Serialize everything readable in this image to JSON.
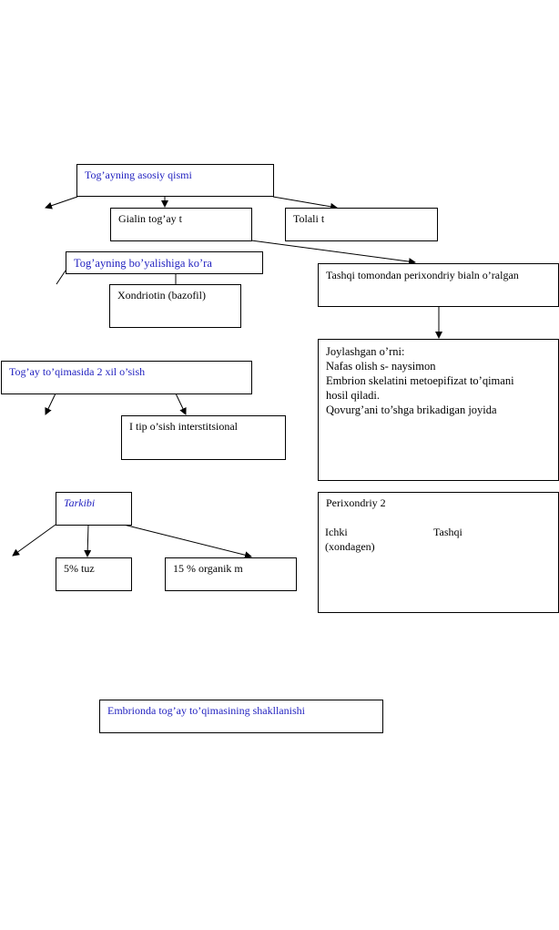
{
  "boxes": {
    "main_part": "Tog’ayning asosiy qismi",
    "hyaline": "Gialin tog’ay t",
    "fibrous": "Tolali t",
    "by_growth": "Tog’ayning bo’yalishiga ko’ra",
    "chondroitin": "Xondriotin (bazofil)",
    "perichondrium_outer": "Tashqi tomondan perixondriy bialn o’ralgan",
    "location": {
      "lines": [
        "Joylashgan o’rni:",
        "Nafas olish s- naysimon",
        "Embrion skelatini metoepifizat to’qimani",
        "hosil qiladi.",
        "Qovurg’ani to’shga brikadigan joyida"
      ]
    },
    "growth_two_types": "Tog’ay to’qimasida 2 xil o’sish",
    "type_one": "I tip  o’sish interstitsional",
    "composition": "Tarkibi",
    "salt": "5% tuz",
    "organic": "15 % organik m",
    "perichondrium_two": {
      "title": "Perixondriy 2",
      "inner": "Ichki",
      "inner_sub": "(xondagen)",
      "outer": "Tashqi"
    },
    "embryo": "Embrionda tog’ay to’qimasining shakllanishi"
  },
  "colors": {
    "blue_text": "#1f1fbf",
    "line": "#000000"
  }
}
